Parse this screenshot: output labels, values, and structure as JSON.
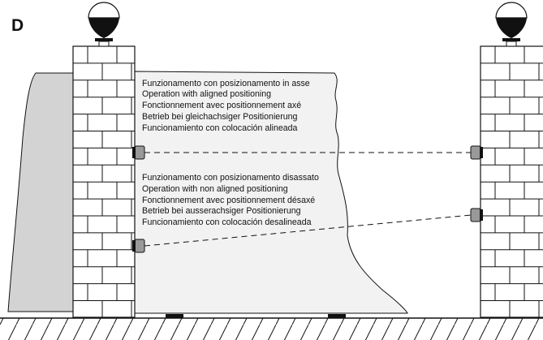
{
  "figure": {
    "panel_label": "D",
    "aligned_caption": [
      "Funzionamento con posizionamento in asse",
      "Operation with aligned positioning",
      "Fonctionnement avec positionnement axé",
      "Betrieb bei gleichachsiger Positionierung",
      "Funcionamiento con colocación alineada"
    ],
    "non_aligned_caption": [
      "Funzionamento con posizionamento disassato",
      "Operation with non aligned positioning",
      "Fonctionnement avec positionnement désaxé",
      "Betrieb bei ausserachsiger Positionierung",
      "Funcionamiento con colocación desalineada"
    ],
    "colors": {
      "line": "#111111",
      "gate_fill": "#f2f2f2",
      "wall_fill": "#d3d3d3",
      "lamp_top": "#ffffff",
      "lamp_base": "#111111",
      "photocell": "#999999"
    },
    "icons": {
      "lamp": "lamp-icon",
      "photocell": "photocell-icon"
    }
  }
}
